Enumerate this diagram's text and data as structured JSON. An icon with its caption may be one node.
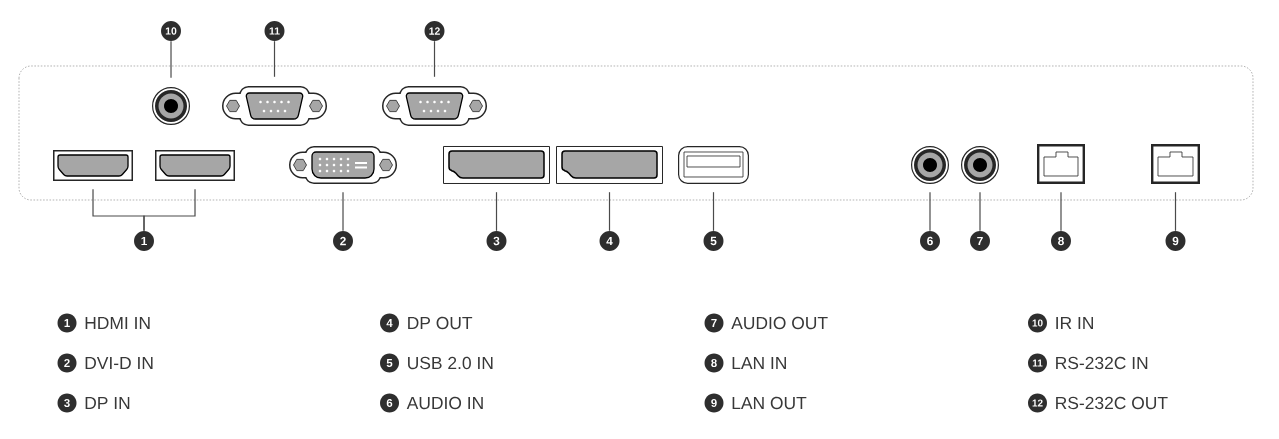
{
  "diagram": {
    "nodes": [
      {
        "text": [
          "10"
        ]
      },
      {
        "text": [
          "11"
        ]
      },
      {
        "text": [
          "12"
        ]
      },
      {
        "text": [],
        "shape": "picture"
      },
      {
        "text": [],
        "shape": "picture"
      },
      {
        "text": [],
        "shape": "picture"
      },
      {
        "text": [],
        "shape": "picture"
      },
      {
        "text": [],
        "shape": "picture"
      },
      {
        "text": [],
        "shape": "picture"
      },
      {
        "text": [],
        "shape": "picture"
      },
      {
        "text": [],
        "shape": "picture"
      },
      {
        "text": [],
        "shape": "picture"
      },
      {
        "text": [],
        "shape": "picture"
      },
      {
        "text": [],
        "shape": "picture"
      },
      {
        "text": [],
        "shape": "picture"
      },
      {
        "text": [],
        "shape": "picture"
      },
      {
        "text": [
          "1"
        ]
      },
      {
        "text": [
          "2"
        ]
      },
      {
        "text": [
          "3"
        ]
      },
      {
        "text": [
          "4"
        ]
      },
      {
        "text": [
          "5"
        ]
      },
      {
        "text": [
          "6"
        ]
      },
      {
        "text": [
          "7"
        ]
      },
      {
        "text": [
          "8"
        ]
      },
      {
        "text": [
          "9"
        ]
      },
      {
        "text": [
          "1"
        ],
        "beside": [
          "HDMI IN"
        ]
      },
      {
        "text": [
          "4"
        ],
        "beside": [
          "DP OUT"
        ]
      },
      {
        "text": [
          "7"
        ],
        "beside": [
          "AUDIO OUT"
        ]
      },
      {
        "text": [
          "10"
        ],
        "beside": [
          "IR IN"
        ]
      },
      {
        "text": [
          "2"
        ],
        "beside": [
          "DVI-D IN"
        ]
      },
      {
        "text": [
          "5"
        ],
        "beside": [
          "USB 2.0 IN"
        ]
      },
      {
        "text": [
          "8"
        ],
        "beside": [
          "LAN IN"
        ]
      },
      {
        "text": [
          "11"
        ],
        "beside": [
          "RS-232C IN"
        ]
      },
      {
        "text": [
          "3"
        ],
        "beside": [
          "DP IN"
        ]
      },
      {
        "text": [
          "6"
        ],
        "beside": [
          "AUDIO IN"
        ]
      },
      {
        "text": [
          "9"
        ],
        "beside": [
          "LAN OUT"
        ]
      },
      {
        "text": [
          "12"
        ],
        "beside": [
          "RS-232C OUT"
        ]
      }
    ],
    "edges": [
      {
        "from": 0,
        "to": 3,
        "arrow": "none"
      },
      {
        "from": 1,
        "to": 4,
        "arrow": "none"
      },
      {
        "from": 2,
        "to": 5,
        "arrow": "none"
      },
      {
        "from": 16,
        "to": 6,
        "arrow": "none"
      },
      {
        "from": 16,
        "to": 7,
        "arrow": "none"
      },
      {
        "from": 17,
        "to": 8,
        "arrow": "none"
      },
      {
        "from": 18,
        "to": 9,
        "arrow": "none"
      },
      {
        "from": 19,
        "to": 10,
        "arrow": "none"
      },
      {
        "from": 20,
        "to": 11,
        "arrow": "none"
      },
      {
        "from": 21,
        "to": 12,
        "arrow": "none"
      },
      {
        "from": 22,
        "to": 13,
        "arrow": "none"
      },
      {
        "from": 23,
        "to": 14,
        "arrow": "none"
      },
      {
        "from": 24,
        "to": 15,
        "arrow": "none"
      }
    ]
  }
}
